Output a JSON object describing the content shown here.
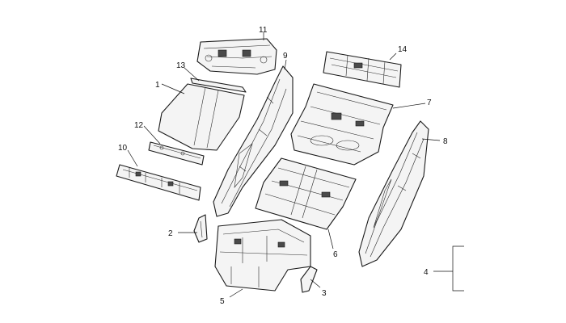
{
  "diagram": {
    "callouts": [
      {
        "id": "c1",
        "label": "1"
      },
      {
        "id": "c2",
        "label": "2"
      },
      {
        "id": "c3",
        "label": "3"
      },
      {
        "id": "c4",
        "label": "4"
      },
      {
        "id": "c5",
        "label": "5"
      },
      {
        "id": "c6",
        "label": "6"
      },
      {
        "id": "c7",
        "label": "7"
      },
      {
        "id": "c8",
        "label": "8"
      },
      {
        "id": "c9",
        "label": "9"
      },
      {
        "id": "c10",
        "label": "10"
      },
      {
        "id": "c11",
        "label": "11"
      },
      {
        "id": "c12",
        "label": "12"
      },
      {
        "id": "c13",
        "label": "13"
      },
      {
        "id": "c14",
        "label": "14"
      }
    ],
    "colors": {
      "line": "#1a1a1a",
      "background": "#ffffff"
    }
  }
}
